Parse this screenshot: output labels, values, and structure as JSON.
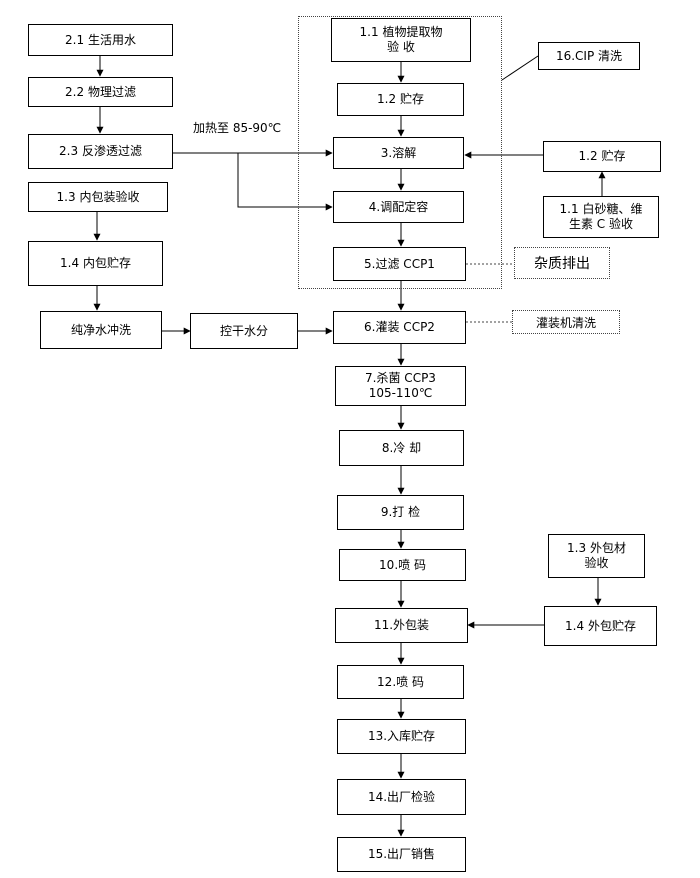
{
  "steps": {
    "s2_1": "2.1 生活用水",
    "s2_2": "2.2 物理过滤",
    "s2_3": "2.3 反渗透过滤",
    "s1_3in": "1.3 内包装验收",
    "s1_4in": "1.4 内包贮存",
    "rinse": "纯净水冲洗",
    "drain": "控干水分",
    "s1_1plant": "1.1 植物提取物\n验 收",
    "s1_2store": "1.2 贮存",
    "s3": "3.溶解",
    "s4": "4.调配定容",
    "s5": "5.过滤 CCP1",
    "s6": "6.灌装 CCP2",
    "s7": "7.杀菌 CCP3\n105-110℃",
    "s8": "8.冷 却",
    "s9": "9.打 检",
    "s10": "10.喷 码",
    "s11": "11.外包装",
    "s12": "12.喷 码",
    "s13": "13.入库贮存",
    "s14": "14.出厂检验",
    "s15": "15.出厂销售",
    "r1_2": "1.2 贮存",
    "r1_1": "1.1 白砂糖、维\n生素 C 验收",
    "r1_3": "1.3 外包材\n验收",
    "r1_4": "1.4 外包贮存"
  },
  "notes": {
    "heat": "加热至 85-90℃",
    "cip": "16.CIP 清洗",
    "impurity": "杂质排出",
    "filler_clean": "灌装机清洗"
  }
}
